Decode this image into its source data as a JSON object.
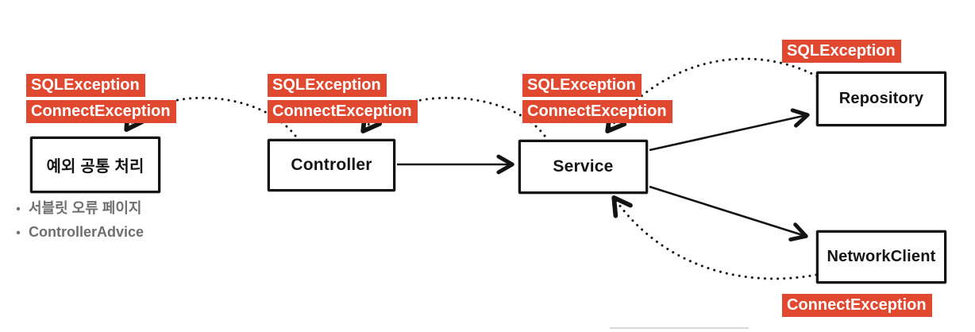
{
  "diagram": {
    "type": "architecture-exception-flow",
    "background": "#ffffff"
  },
  "colors": {
    "exception_badge_red": "#e0482f",
    "badge_text": "#ffffff",
    "line_black": "#141414",
    "muted_note_gray": "#6e6e6e",
    "cropped_edge_gray": "#d9d9d9"
  },
  "nodes": {
    "handler": {
      "label": "예외 공통 처리"
    },
    "controller": {
      "label": "Controller"
    },
    "service": {
      "label": "Service"
    },
    "repository": {
      "label": "Repository"
    },
    "network_client": {
      "label": "NetworkClient"
    }
  },
  "exception_labels": {
    "handler": {
      "sql": "SQLException",
      "connect": "ConnectException"
    },
    "controller": {
      "sql": "SQLException",
      "connect": "ConnectException"
    },
    "service": {
      "sql": "SQLException",
      "connect": "ConnectException"
    },
    "repository": {
      "sql": "SQLException"
    },
    "network_client": {
      "connect": "ConnectException"
    }
  },
  "handler_notes": {
    "items": [
      {
        "text": "서블릿 오류 페이지"
      },
      {
        "text": "ControllerAdvice"
      }
    ]
  },
  "edges": [
    {
      "from": "controller",
      "to": "service",
      "style": "solid-arrow"
    },
    {
      "from": "service",
      "to": "repository",
      "style": "solid-arrow"
    },
    {
      "from": "service",
      "to": "network_client",
      "style": "solid-arrow"
    },
    {
      "from": "repository",
      "to": "service",
      "style": "dotted-arrow"
    },
    {
      "from": "network_client",
      "to": "service",
      "style": "dotted-arrow"
    },
    {
      "from": "service",
      "to": "controller",
      "style": "dotted-arrow"
    },
    {
      "from": "controller",
      "to": "handler",
      "style": "dotted-arrow"
    }
  ]
}
